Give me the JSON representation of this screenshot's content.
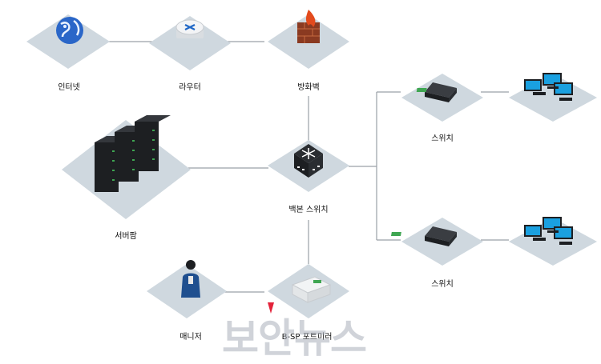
{
  "nodes": {
    "internet": "인터넷",
    "router": "라우터",
    "firewall": "방화벽",
    "switch_top": "스위치",
    "switch_bottom": "스위치",
    "server_room": "서버팜",
    "backbone": "백본 스위치",
    "manager": "매니저",
    "bsp_port": "B-SP 포트미러"
  },
  "watermark": {
    "text": "보안뉴스"
  },
  "colors": {
    "platform": "#cfd8df",
    "link": "#9aa0a6",
    "device_dark": "#1d1f22",
    "accent_green": "#3fa652",
    "monitor": "#1aa0e0",
    "globe": "#2a66c8",
    "flame": "#e34b1d"
  }
}
